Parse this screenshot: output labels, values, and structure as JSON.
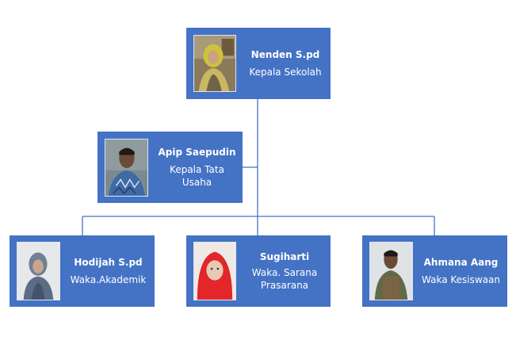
{
  "colors": {
    "box": "#4472c4",
    "connector": "#4472c4",
    "text": "#ffffff"
  },
  "org": {
    "head": {
      "name": "Nenden S.pd",
      "role": "Kepala Sekolah",
      "photo_icon": "woman-hijab-photo"
    },
    "admin": {
      "name": "Apip Saepudin",
      "role": "Kepala Tata Usaha",
      "photo_icon": "man-photo"
    },
    "deputies": [
      {
        "name": "Hodijah S.pd",
        "role": "Waka.Akademik",
        "photo_icon": "woman-hijab-photo"
      },
      {
        "name": "Sugiharti",
        "role_line1": "Waka. Sarana",
        "role_line2": "Prasarana",
        "photo_icon": "woman-red-hijab-photo"
      },
      {
        "name": "Ahmana Aang",
        "role": "Waka Kesiswaan",
        "photo_icon": "man-photo"
      }
    ]
  }
}
